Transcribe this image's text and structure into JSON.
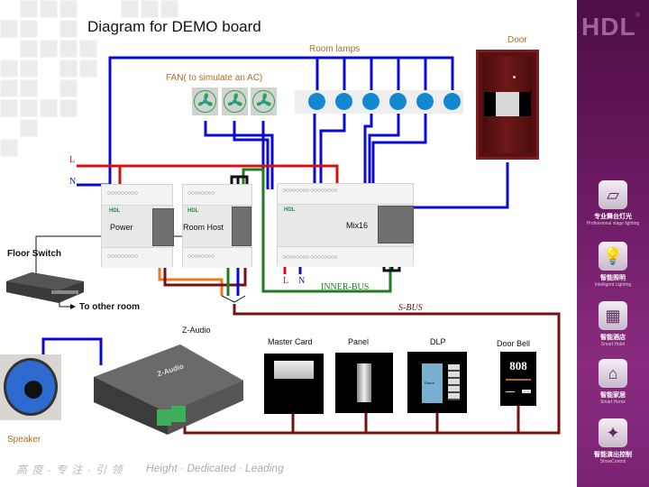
{
  "title": "Diagram for DEMO board",
  "labels": {
    "room_lamps": "Room lamps",
    "fan": "FAN( to simulate an AC)",
    "door": "Door",
    "line_L": "L",
    "line_N": "N",
    "mix_L": "L",
    "mix_N": "N",
    "inner_bus": "INNER-BUS",
    "s_bus": "S-BUS",
    "floor_switch": "Floor Switch",
    "to_other_room": "To other room",
    "z_audio": "Z-Audio",
    "speaker": "Speaker"
  },
  "modules": {
    "power": {
      "label": "Power",
      "brand": "HDL"
    },
    "room_host": {
      "label": "Room Host",
      "brand": "HDL"
    },
    "mix16": {
      "label": "Mix16",
      "brand": "HDL"
    }
  },
  "devices": [
    {
      "id": "master-card",
      "label": "Master Card"
    },
    {
      "id": "panel",
      "label": "Panel"
    },
    {
      "id": "dlp",
      "label": "DLP",
      "screen_text": "Rama"
    },
    {
      "id": "door-bell",
      "label": "Door Bell",
      "room_number": "808"
    }
  ],
  "fans": [
    1,
    2,
    3
  ],
  "lamps": [
    1,
    2,
    3,
    4,
    5,
    6
  ],
  "zaudio_brand": "Z-Audio",
  "wire_colors": {
    "blue": "#0a0ad0",
    "red": "#d21212",
    "green": "#1e7d1e",
    "orange": "#f07818",
    "maroon": "#7a0f0f",
    "black": "#111111"
  },
  "sidebar": {
    "logo": "HDL",
    "logo_mark": "®",
    "items": [
      {
        "cn": "专业舞台灯光",
        "en": "Professional stage lighting",
        "icon": "stage-lighting-icon"
      },
      {
        "cn": "智能照明",
        "en": "Intelligent Lighting",
        "icon": "bulb-icon"
      },
      {
        "cn": "智能酒店",
        "en": "Smart Hotel",
        "icon": "hotel-icon"
      },
      {
        "cn": "智能家居",
        "en": "Smart Home",
        "icon": "home-icon"
      },
      {
        "cn": "智能演出控制",
        "en": "ShowControl",
        "icon": "show-control-icon"
      }
    ]
  },
  "footer": {
    "slogan_cn": "高 度 · 专 注 · 引 领",
    "slogan_en": "Height · Dedicated · Leading"
  }
}
